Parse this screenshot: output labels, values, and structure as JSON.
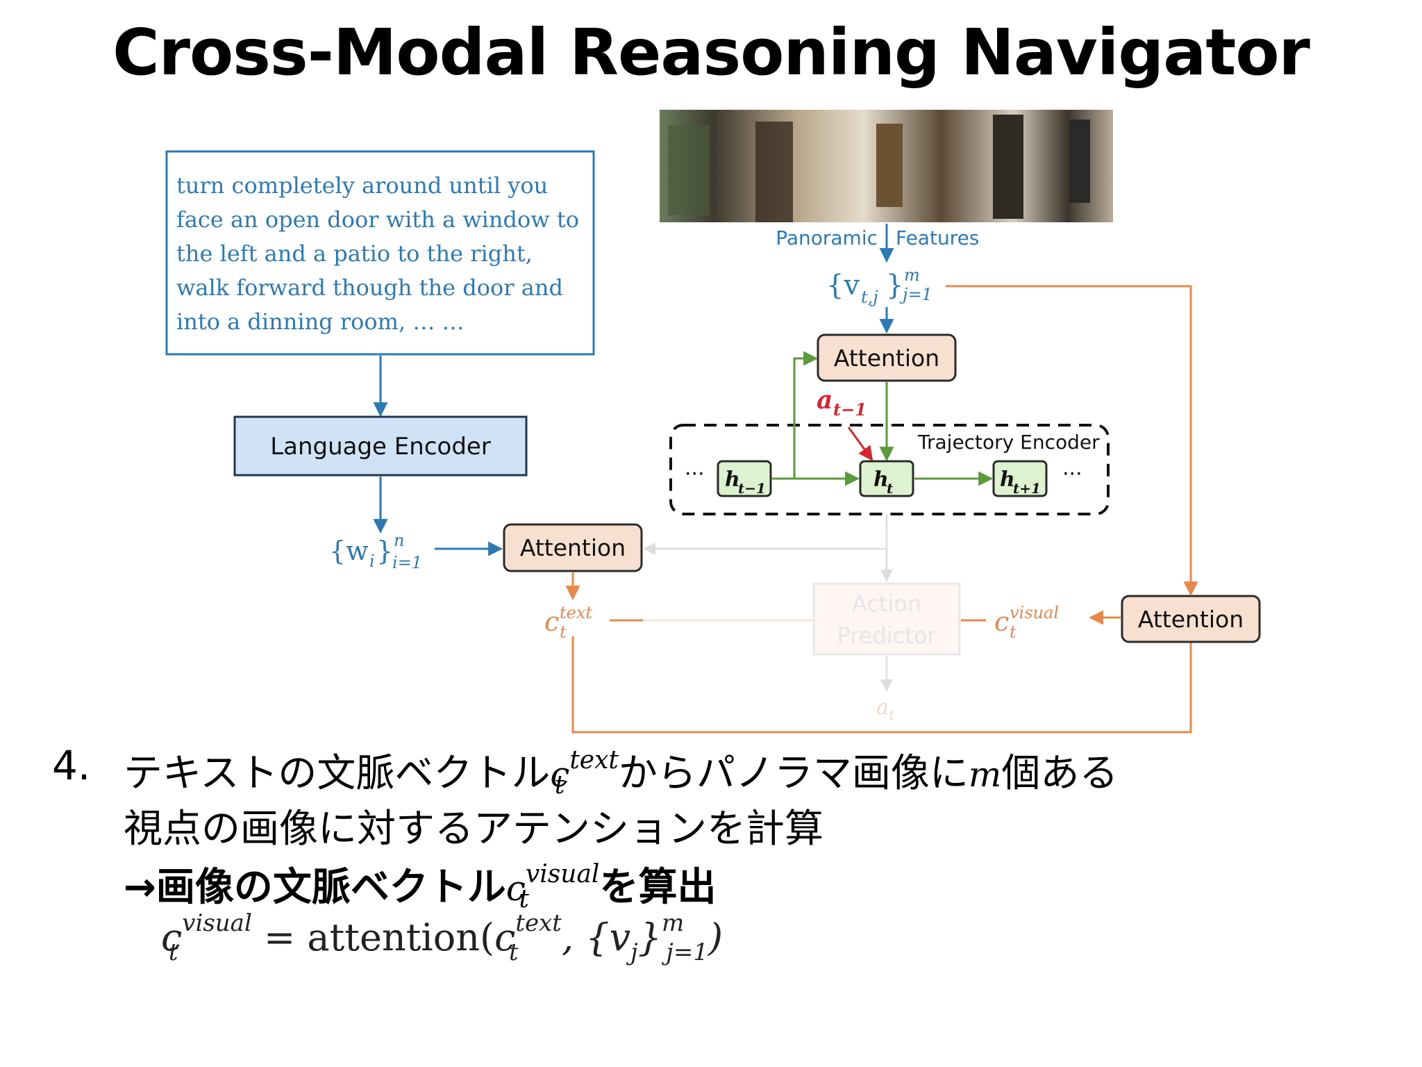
{
  "title": "Cross-Modal Reasoning Navigator",
  "diagram": {
    "instruction_lines": [
      "turn completely around until you",
      "face an open door with a window to",
      "the left and a patio to the right,",
      "walk forward though the door and",
      "into a dinning room, … …"
    ],
    "language_encoder": "Language Encoder",
    "panoramic_label_left": "Panoramic",
    "panoramic_label_right": "Features",
    "attention_top": "Attention",
    "attention_left": "Attention",
    "attention_right": "Attention",
    "trajectory_encoder": "Trajectory Encoder",
    "action_predictor_line1": "Action",
    "action_predictor_line2": "Predictor",
    "ellipsis": "···",
    "v_set_base": "{v",
    "v_set_sub": "t,j",
    "v_set_close": "}",
    "v_set_sup": "m",
    "v_set_lower": "j=1",
    "w_set_base": "{w",
    "w_set_sub": "i",
    "w_set_close": "}",
    "w_set_sup": "n",
    "w_set_lower": "i=1",
    "a_prev_base": "a",
    "a_prev_sub": "t−1",
    "h_prev_base": "h",
    "h_prev_sub": "t−1",
    "h_cur_base": "h",
    "h_cur_sub": "t",
    "h_next_base": "h",
    "h_next_sub": "t+1",
    "c_text_base": "c",
    "c_text_sup": "text",
    "c_text_sub": "t",
    "c_visual_base": "c",
    "c_visual_sup": "visual",
    "c_visual_sub": "t",
    "a_t_base": "a",
    "a_t_sub": "t",
    "colors": {
      "blue": "#2a7ab8",
      "orange": "#e8874a",
      "green": "#5a9a3a",
      "red": "#d8262e",
      "attention_fill": "#f8e0d0",
      "encoder_fill": "#cfe2f6",
      "h_fill": "#dff2cf"
    }
  },
  "text": {
    "bullet": "4.",
    "line1_a": "テキストの文脈ベクトル",
    "line1_c": "c",
    "line1_sup": "text",
    "line1_sub": "t",
    "line1_b": "からパノラマ画像に",
    "line1_m": "m",
    "line1_c2": "個ある",
    "line2": "視点の画像に対するアテンションを計算",
    "line3_a": "→画像の文脈ベクトル",
    "line3_c": "c",
    "line3_sup": "visual",
    "line3_sub": "t",
    "line3_b": "を算出"
  },
  "formula": {
    "lhs_c": "c",
    "lhs_sup": "visual",
    "lhs_sub": "t",
    "eq": " = attention(",
    "arg_c": "c",
    "arg_sup": "text",
    "arg_sub": "t",
    "sep": ", {v",
    "v_sub": "j",
    "close": "}",
    "m_sup": "m",
    "j_sub": "j=1",
    "end": ")"
  }
}
